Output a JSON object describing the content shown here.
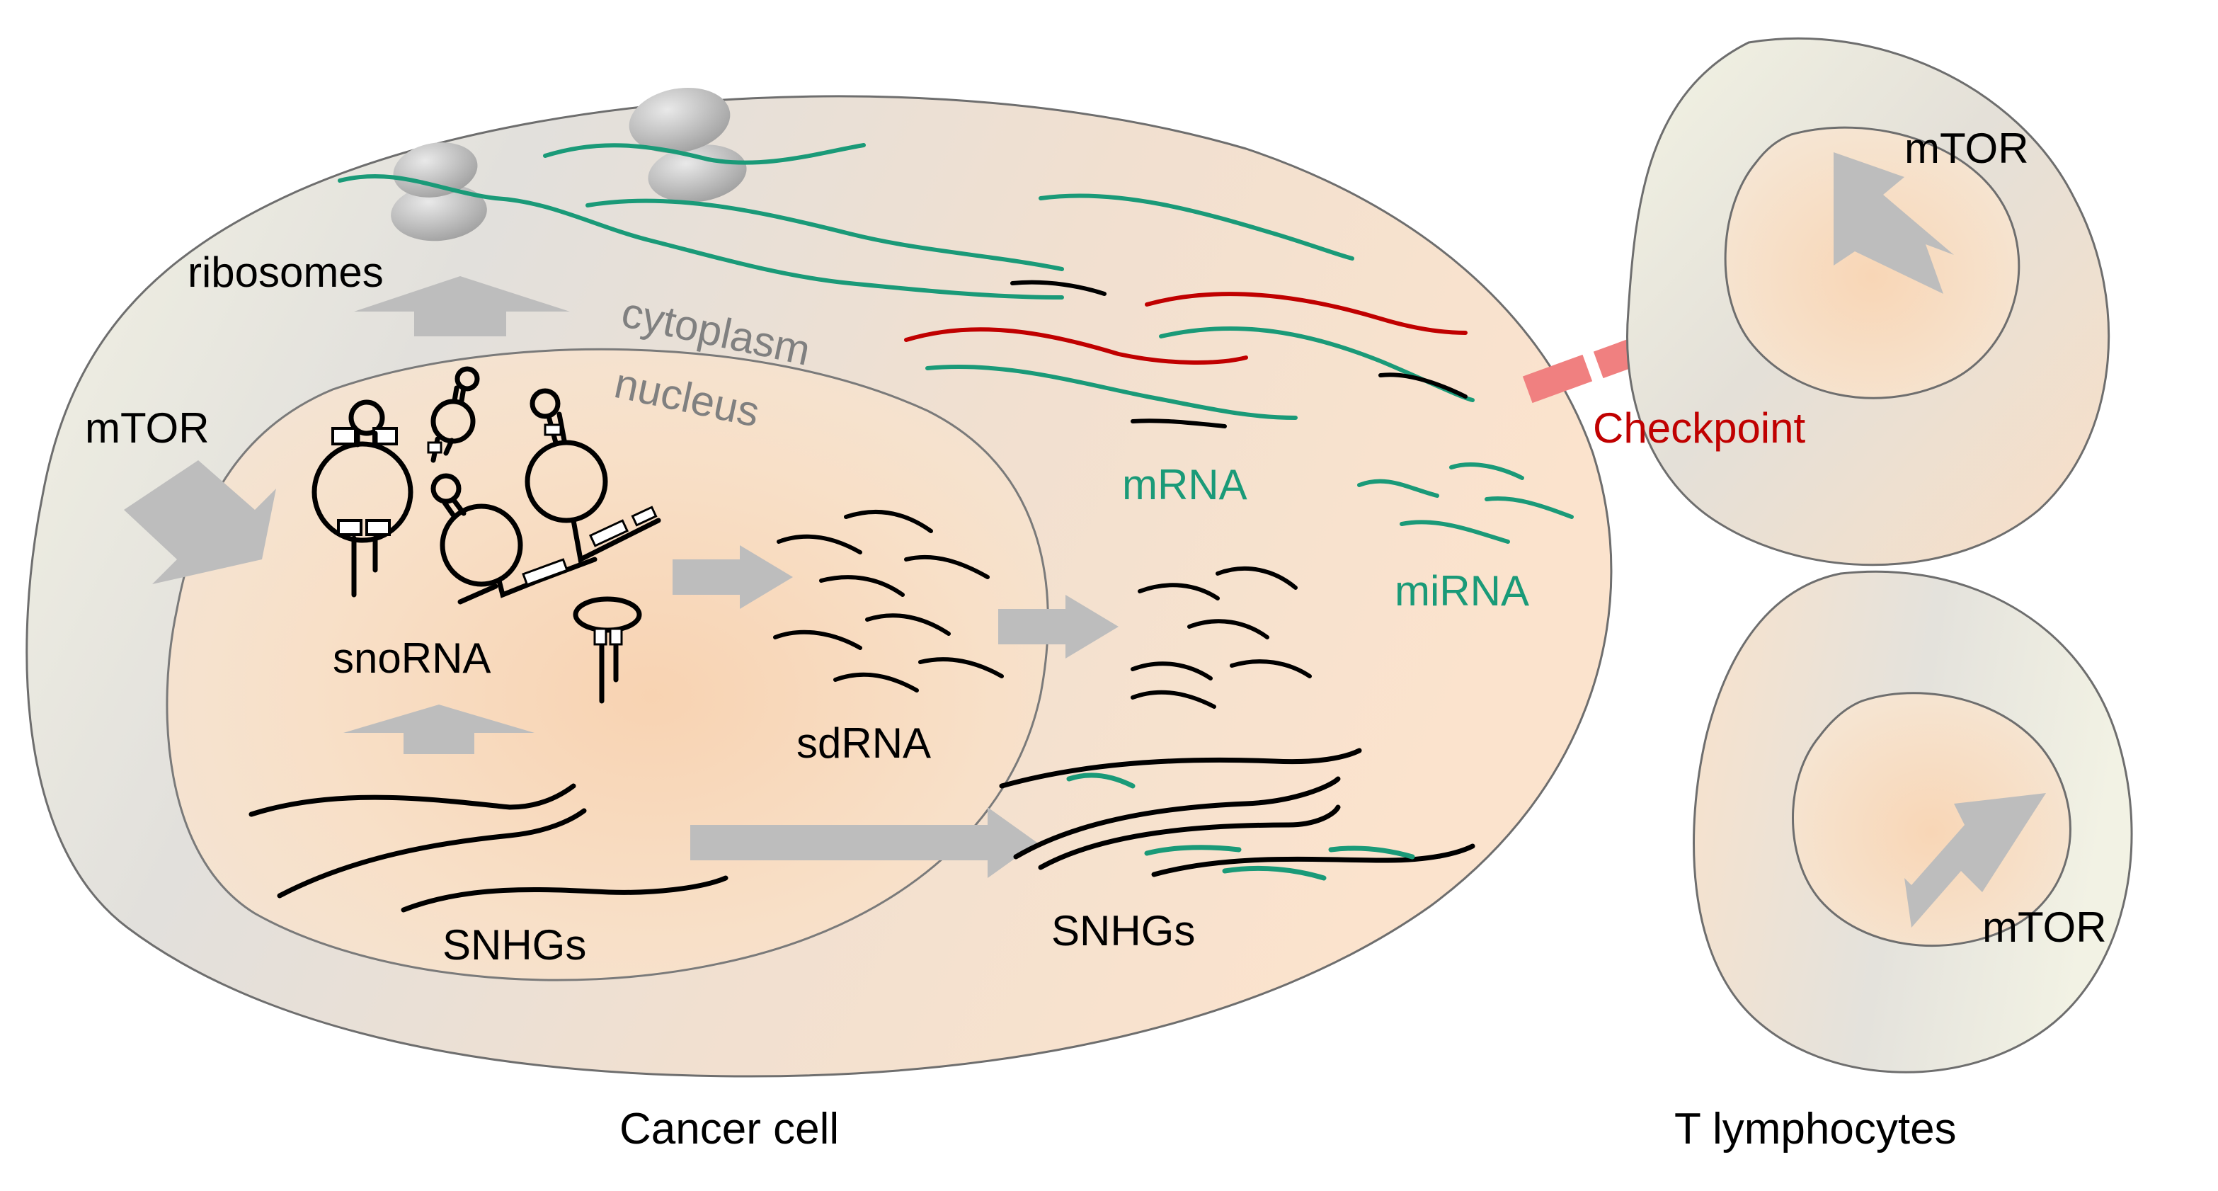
{
  "labels": {
    "ribosomes": "ribosomes",
    "cytoplasm": "cytoplasm",
    "nucleus": "nucleus",
    "mtor_cancer": "mTOR",
    "snorna": "snoRNA",
    "sdrna": "sdRNA",
    "snhgs_nucleus": "SNHGs",
    "snhgs_cytoplasm": "SNHGs",
    "mrna": "mRNA",
    "mirna": "miRNA",
    "checkpoint": "Checkpoint",
    "mtor_t1": "mTOR",
    "mtor_t2": "mTOR",
    "cancer_cell": "Cancer cell",
    "t_lymphocytes": "T lymphocytes"
  },
  "colors": {
    "text": "#000000",
    "compartment_text": "#808080",
    "mrna_green": "#1a9a78",
    "mrna_red": "#c00000",
    "checkpoint_red": "#c00000",
    "checkpoint_fill": "#f08080",
    "arrow_gray": "#bdbdbd",
    "ribosome_gray": "#b3b3b3",
    "outline_gray": "#707070"
  }
}
